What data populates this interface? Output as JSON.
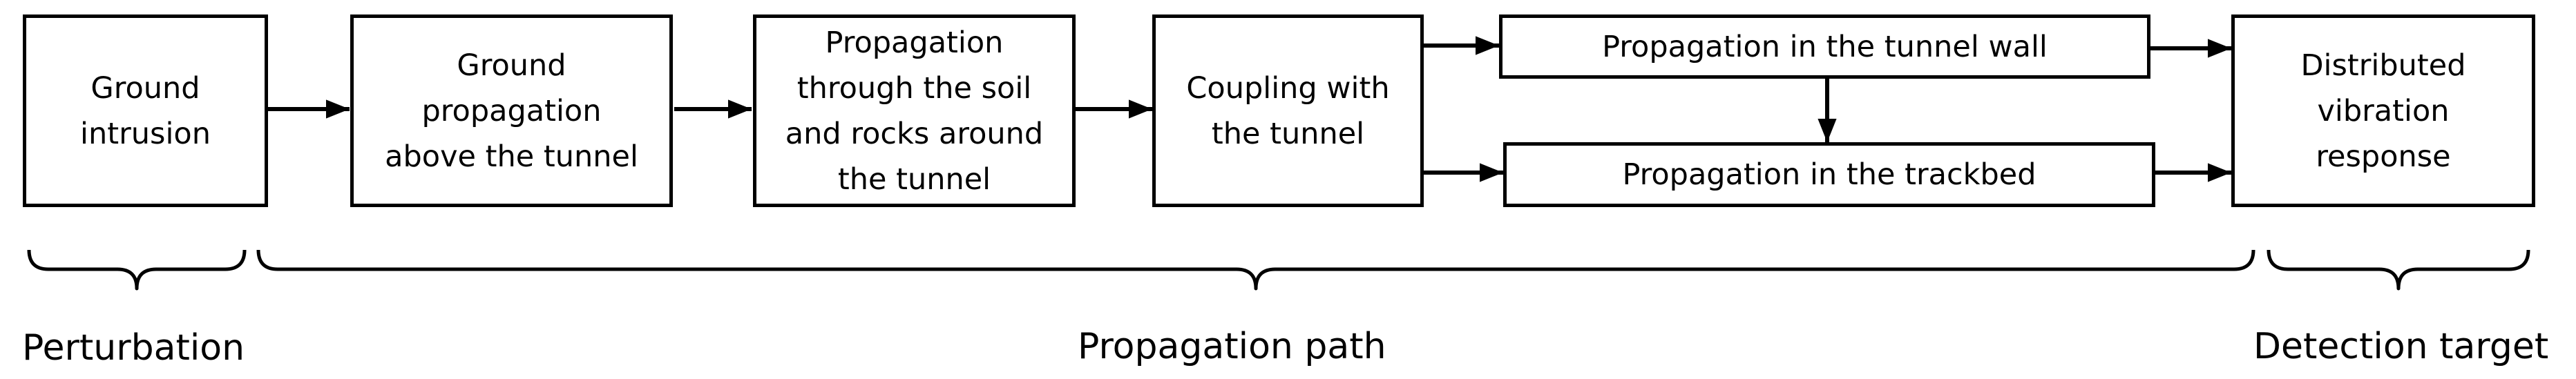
{
  "nodes": {
    "ground_intrusion": "Ground\nintrusion",
    "ground_propagation": "Ground\npropagation\nabove the tunnel",
    "soil_rocks": "Propagation\nthrough the soil\nand rocks around\nthe tunnel",
    "coupling": "Coupling with\nthe tunnel",
    "tunnel_wall": "Propagation in the tunnel wall",
    "trackbed": "Propagation in the trackbed",
    "response": "Distributed\nvibration\nresponse"
  },
  "categories": {
    "perturbation": "Perturbation",
    "path": "Propagation path",
    "target": "Detection target"
  }
}
